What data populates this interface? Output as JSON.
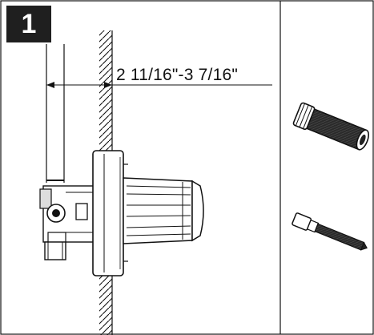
{
  "step": {
    "number": "1"
  },
  "dimension": {
    "label": "2 11/16\"-3 7/16\""
  },
  "colors": {
    "ink": "#111111",
    "badge": "#1f1f1f",
    "background": "#ffffff"
  },
  "parts": [
    {
      "name": "extension-sleeve",
      "icon": "threaded-sleeve-icon"
    },
    {
      "name": "extension-screw",
      "icon": "long-screw-icon"
    }
  ]
}
